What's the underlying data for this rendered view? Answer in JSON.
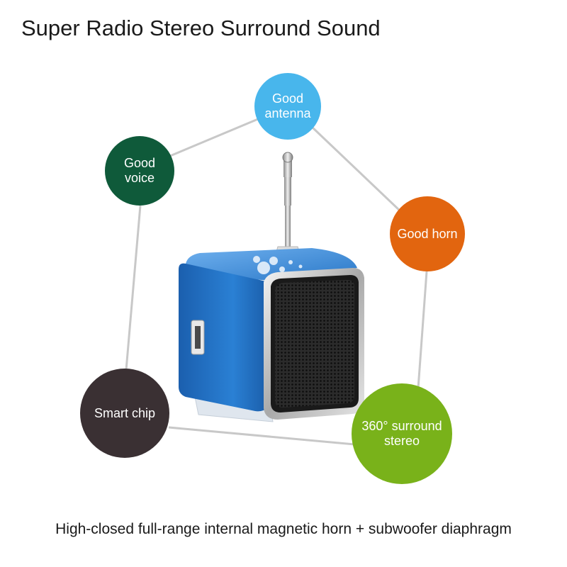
{
  "title": "Super Radio Stereo Surround Sound",
  "features": {
    "antenna": "Good antenna",
    "voice": "Good voice",
    "horn": "Good horn",
    "chip": "Smart chip",
    "stereo": "360° surround stereo"
  },
  "caption": "High-closed full-range internal magnetic horn + subwoofer diaphragm",
  "colors": {
    "antenna": "#48b6ec",
    "voice": "#0f5a3a",
    "horn": "#e2650f",
    "chip": "#3a3033",
    "stereo": "#79b21a",
    "speaker_body": "#1f6fc0"
  }
}
